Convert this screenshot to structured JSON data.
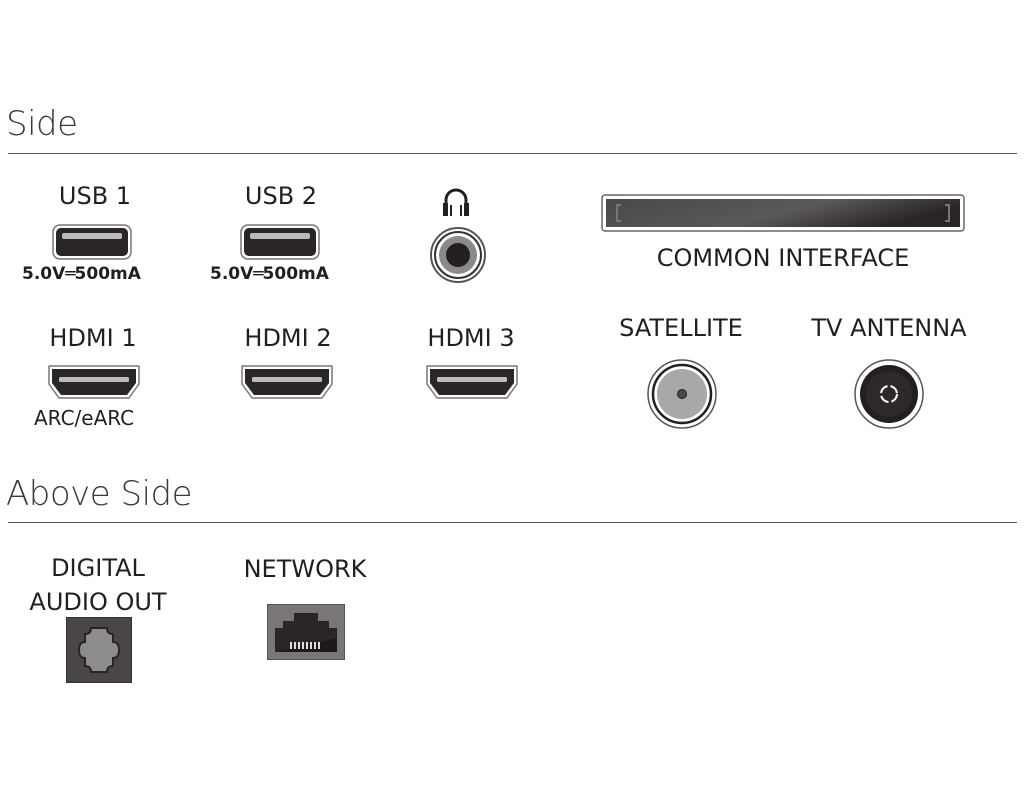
{
  "sections": [
    {
      "title": "Side",
      "ports": [
        {
          "label": "USB 1",
          "sublabel": "5.0V⎓500mA",
          "icon": "usb-port-icon"
        },
        {
          "label": "USB 2",
          "sublabel": "5.0V⎓500mA",
          "icon": "usb-port-icon"
        },
        {
          "label": "",
          "icon": "headphone-jack-icon",
          "symbol": "headphones-icon"
        },
        {
          "label": "COMMON INTERFACE",
          "icon": "ci-slot-icon"
        },
        {
          "label": "HDMI 1",
          "sublabel": "ARC/eARC",
          "icon": "hdmi-port-icon"
        },
        {
          "label": "HDMI 2",
          "icon": "hdmi-port-icon"
        },
        {
          "label": "HDMI 3",
          "icon": "hdmi-port-icon"
        },
        {
          "label": "SATELLITE",
          "icon": "satellite-connector-icon"
        },
        {
          "label": "TV ANTENNA",
          "icon": "antenna-connector-icon"
        }
      ]
    },
    {
      "title": "Above Side",
      "ports": [
        {
          "label": "DIGITAL",
          "label2": "AUDIO OUT",
          "icon": "optical-port-icon"
        },
        {
          "label": "NETWORK",
          "icon": "ethernet-port-icon"
        }
      ]
    }
  ],
  "usb_spec": {
    "voltage": "5.0V",
    "current": "500mA"
  }
}
